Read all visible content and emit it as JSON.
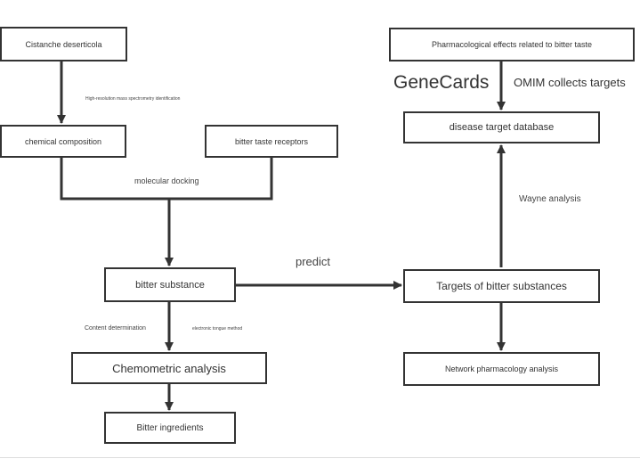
{
  "colors": {
    "stroke": "#333333",
    "text": "#333333",
    "background": "#ffffff"
  },
  "nodes": {
    "cistanche": "Cistanche deserticola",
    "chemical_composition": "chemical composition",
    "bitter_taste_receptors": "bitter taste receptors",
    "bitter_substance": "bitter substance",
    "chemometric_analysis": "Chemometric analysis",
    "bitter_ingredients": "Bitter ingredients",
    "pharmacological_effects": "Pharmacological effects related to bitter taste",
    "disease_target_database": "disease target database",
    "targets_of_bitter_substances": "Targets of bitter substances",
    "network_pharmacology": "Network pharmacology analysis"
  },
  "edge_labels": {
    "hrms": "High-resolution mass spectrometry identification",
    "molecular_docking": "molecular docking",
    "predict": "predict",
    "content_determination": "Content determination",
    "electronic_tongue": "electronic tongue method",
    "wayne": "Wayne analysis",
    "genecards": "GeneCards",
    "omim": "OMIM collects targets"
  }
}
